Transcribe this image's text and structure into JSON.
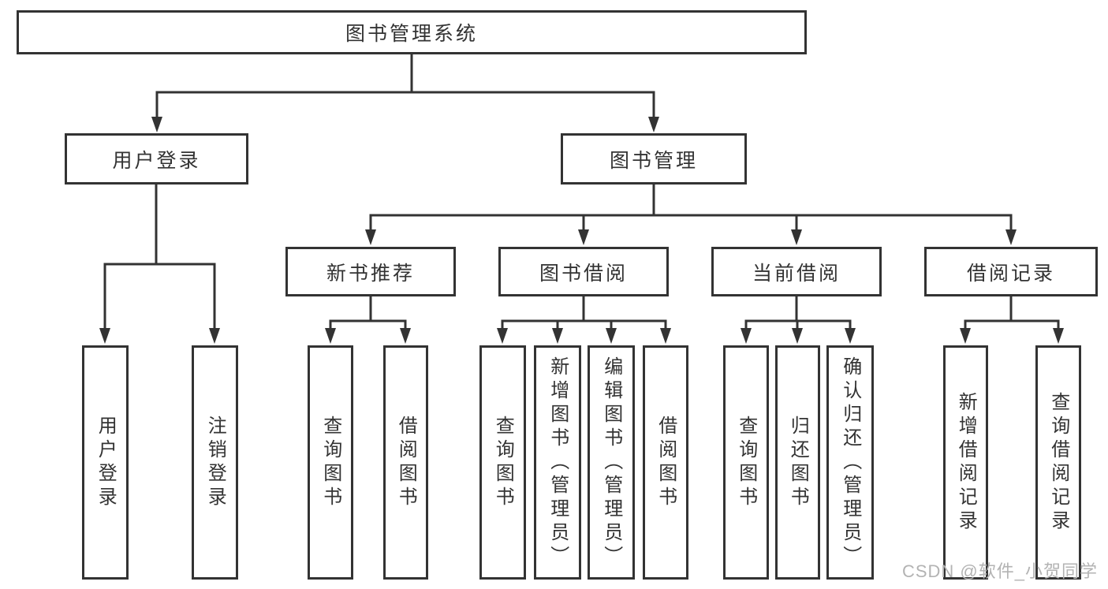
{
  "diagram": {
    "title": "图书管理系统",
    "watermark": "CSDN @软件_小贺同学",
    "colors": {
      "line": "#333333",
      "box_border": "#333333",
      "text": "#333333",
      "watermark": "#b3b3b3",
      "background": "#ffffff"
    },
    "nodes": {
      "root": {
        "label": "图书管理系统"
      },
      "userLogin": {
        "label": "用户登录"
      },
      "bookManagement": {
        "label": "图书管理"
      },
      "newBookRecommend": {
        "label": "新书推荐"
      },
      "bookBorrowing": {
        "label": "图书借阅"
      },
      "currentBorrowing": {
        "label": "当前借阅"
      },
      "borrowingRecords": {
        "label": "借阅记录"
      },
      "leafUserLogin": {
        "label": "用户登录"
      },
      "leafLogout": {
        "label": "注销登录"
      },
      "leafQueryBooksRec": {
        "label": "查询图书"
      },
      "leafBorrowBooksRec": {
        "label": "借阅图书"
      },
      "leafQueryBooksBorrow": {
        "label": "查询图书"
      },
      "leafAddBooksAdmin": {
        "label": "新增图书（管理员）"
      },
      "leafEditBooksAdmin": {
        "label": "编辑图书（管理员）"
      },
      "leafBorrowBooksBorrow": {
        "label": "借阅图书"
      },
      "leafQueryBooksCurrent": {
        "label": "查询图书"
      },
      "leafReturnBooks": {
        "label": "归还图书"
      },
      "leafConfirmReturnAdmin": {
        "label": "确认归还（管理员）"
      },
      "leafAddBorrowRecord": {
        "label": "新增借阅记录"
      },
      "leafQueryBorrowRecord": {
        "label": "查询借阅记录"
      }
    },
    "hierarchy": {
      "图书管理系统": {
        "用户登录": [
          "用户登录",
          "注销登录"
        ],
        "图书管理": {
          "新书推荐": [
            "查询图书",
            "借阅图书"
          ],
          "图书借阅": [
            "查询图书",
            "新增图书（管理员）",
            "编辑图书（管理员）",
            "借阅图书"
          ],
          "当前借阅": [
            "查询图书",
            "归还图书",
            "确认归还（管理员）"
          ],
          "借阅记录": [
            "新增借阅记录",
            "查询借阅记录"
          ]
        }
      }
    }
  }
}
